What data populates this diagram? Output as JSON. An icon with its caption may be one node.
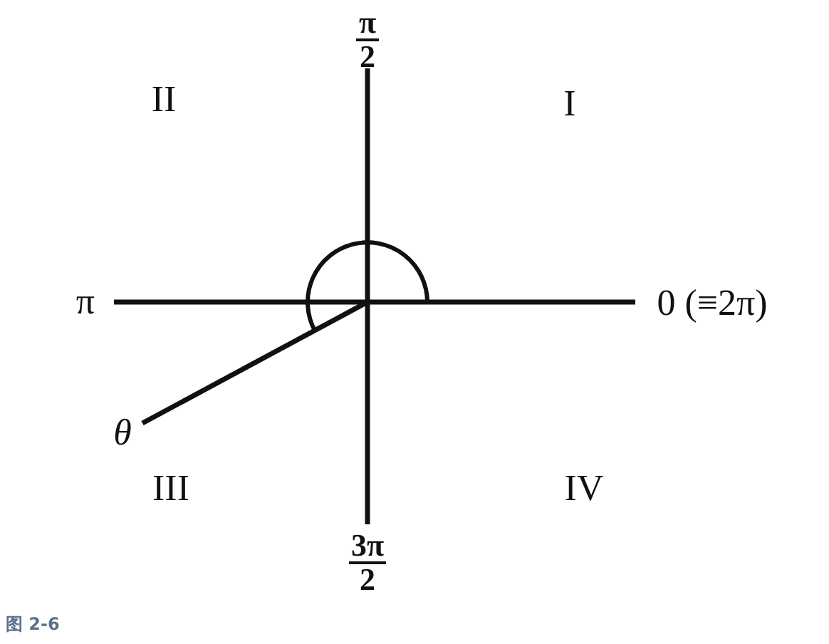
{
  "diagram": {
    "caption": "图 2-6",
    "labels": [
      "π",
      "2",
      "II",
      "I",
      "π",
      "0 (≡2π)",
      "θ",
      "III",
      "IV",
      "3π",
      "2"
    ]
  }
}
